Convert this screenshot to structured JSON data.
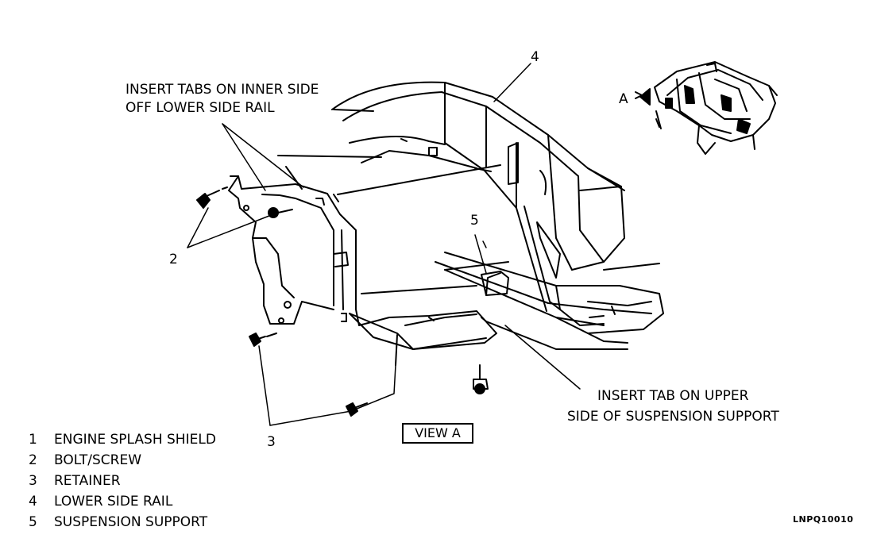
{
  "callouts": {
    "insert_tabs_line1": "INSERT TABS ON INNER SIDE",
    "insert_tabs_line2": "OFF LOWER SIDE RAIL",
    "insert_tab_line1": "INSERT TAB ON UPPER",
    "insert_tab_line2": "SIDE OF SUSPENSION SUPPORT",
    "view_label": "VIEW A",
    "inset_letter": "A"
  },
  "numbers": {
    "n2": "2",
    "n3": "3",
    "n4": "4",
    "n5": "5"
  },
  "legend": [
    {
      "num": "1",
      "label": "ENGINE SPLASH SHIELD"
    },
    {
      "num": "2",
      "label": "BOLT/SCREW"
    },
    {
      "num": "3",
      "label": "RETAINER"
    },
    {
      "num": "4",
      "label": "LOWER SIDE RAIL"
    },
    {
      "num": "5",
      "label": "SUSPENSION SUPPORT"
    }
  ],
  "figure_code": "LNPQ10010"
}
